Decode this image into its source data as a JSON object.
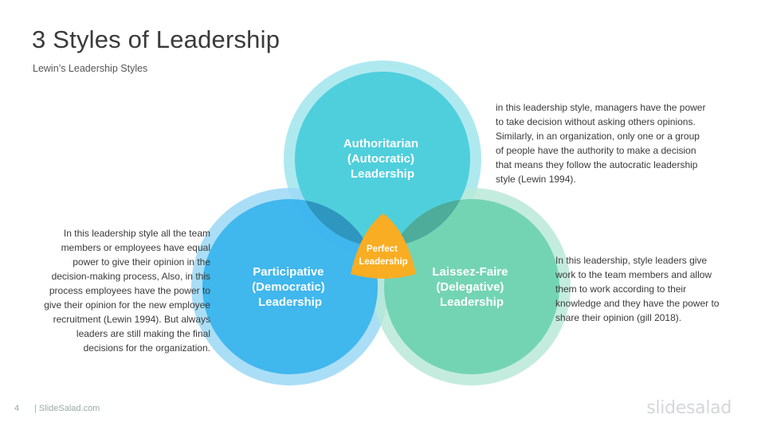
{
  "slide": {
    "title": "3 Styles of Leadership",
    "subtitle": "Lewin’s Leadership Styles",
    "page_number": "4",
    "brand_text": "| SlideSalad.com",
    "logo_text": "slidesalad"
  },
  "venn": {
    "top": {
      "lines": [
        "Authoritarian",
        "(Autocratic)",
        "Leadership"
      ],
      "color": "#4fcfdc",
      "ring_color": "#a6e7ee"
    },
    "left": {
      "lines": [
        "Participative",
        "(Democratic)",
        "Leadership"
      ],
      "color": "#3ab4ec",
      "ring_color": "#9bd8f5"
    },
    "right": {
      "lines": [
        "Laissez-Faire",
        "(Delegative)",
        "Leadership"
      ],
      "color": "#6dd1b0",
      "ring_color": "#b8e9d8"
    },
    "center": {
      "lines": [
        "Perfect",
        "Leadership"
      ],
      "color": "#f9ad22"
    }
  },
  "descriptions": {
    "top": [
      "in this leadership style, managers have the power",
      "to take decision without asking others opinions.",
      "Similarly, in an organization, only one or a group",
      "of people have the authority to make a decision",
      "that means they follow the autocratic leadership",
      "style (Lewin 1994)."
    ],
    "left": [
      "In this leadership style all the team",
      "members or employees have equal",
      "power to give their opinion in the",
      "decision-making process, Also, in this",
      "process employees have the power to",
      "give their opinion for the new employee",
      "recruitment (Lewin 1994). But always",
      "leaders are still making the final",
      "decisions for the organization."
    ],
    "right": [
      "In this leadership, style leaders give",
      "work to the team members and allow",
      "them to work according to their",
      "knowledge and they have the power to",
      "share their opinion (gill 2018)."
    ]
  }
}
